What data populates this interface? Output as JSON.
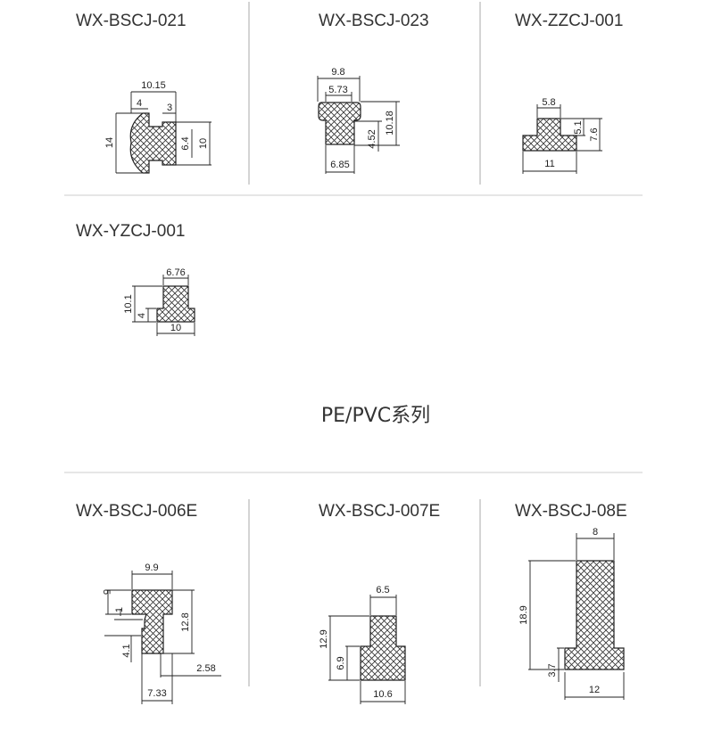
{
  "section_heading": "PE/PVC系列",
  "products": [
    {
      "model": "WX-BSCJ-021",
      "dims": [
        "10.15",
        "4",
        "3",
        "14",
        "6.4",
        "10"
      ]
    },
    {
      "model": "WX-BSCJ-023",
      "dims": [
        "9.8",
        "5.73",
        "10.18",
        "4.52",
        "6.85"
      ]
    },
    {
      "model": "WX-ZZCJ-001",
      "dims": [
        "5.8",
        "5.1",
        "7.6",
        "11"
      ]
    },
    {
      "model": "WX-YZCJ-001",
      "dims": [
        "6.76",
        "10.1",
        "4",
        "10"
      ]
    },
    {
      "model": "WX-BSCJ-006E",
      "dims": [
        "9.9",
        "5",
        "1",
        "12.8",
        "4.1",
        "2.58",
        "7.33"
      ]
    },
    {
      "model": "WX-BSCJ-007E",
      "dims": [
        "6.5",
        "12.9",
        "6.9",
        "10.6"
      ]
    },
    {
      "model": "WX-BSCJ-08E",
      "dims": [
        "8",
        "18.9",
        "3.7",
        "12"
      ]
    }
  ]
}
